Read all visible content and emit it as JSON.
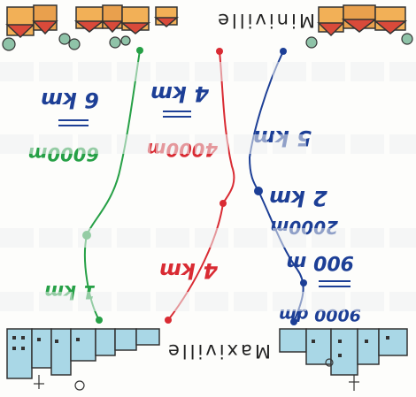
{
  "towns": {
    "top_label": "Miniville",
    "bottom_label": "Maxiville"
  },
  "colors": {
    "green": "#26a046",
    "red": "#d92b33",
    "blue": "#1d3f96",
    "roof": "#d94a3a",
    "building_blue": "#a9d7e6",
    "tree": "#8fc3a8"
  },
  "routes": [
    {
      "color": "green",
      "labels": {
        "a": "1 km",
        "b": "6000m",
        "c": "6 km"
      }
    },
    {
      "color": "red",
      "labels": {
        "a": "4 km",
        "b": "4000m",
        "c": "4 km"
      }
    },
    {
      "color": "blue",
      "labels": {
        "a": "5 km",
        "b": "2000m",
        "c": "2 km",
        "d": "900 m",
        "e": "9000 dm"
      }
    }
  ]
}
